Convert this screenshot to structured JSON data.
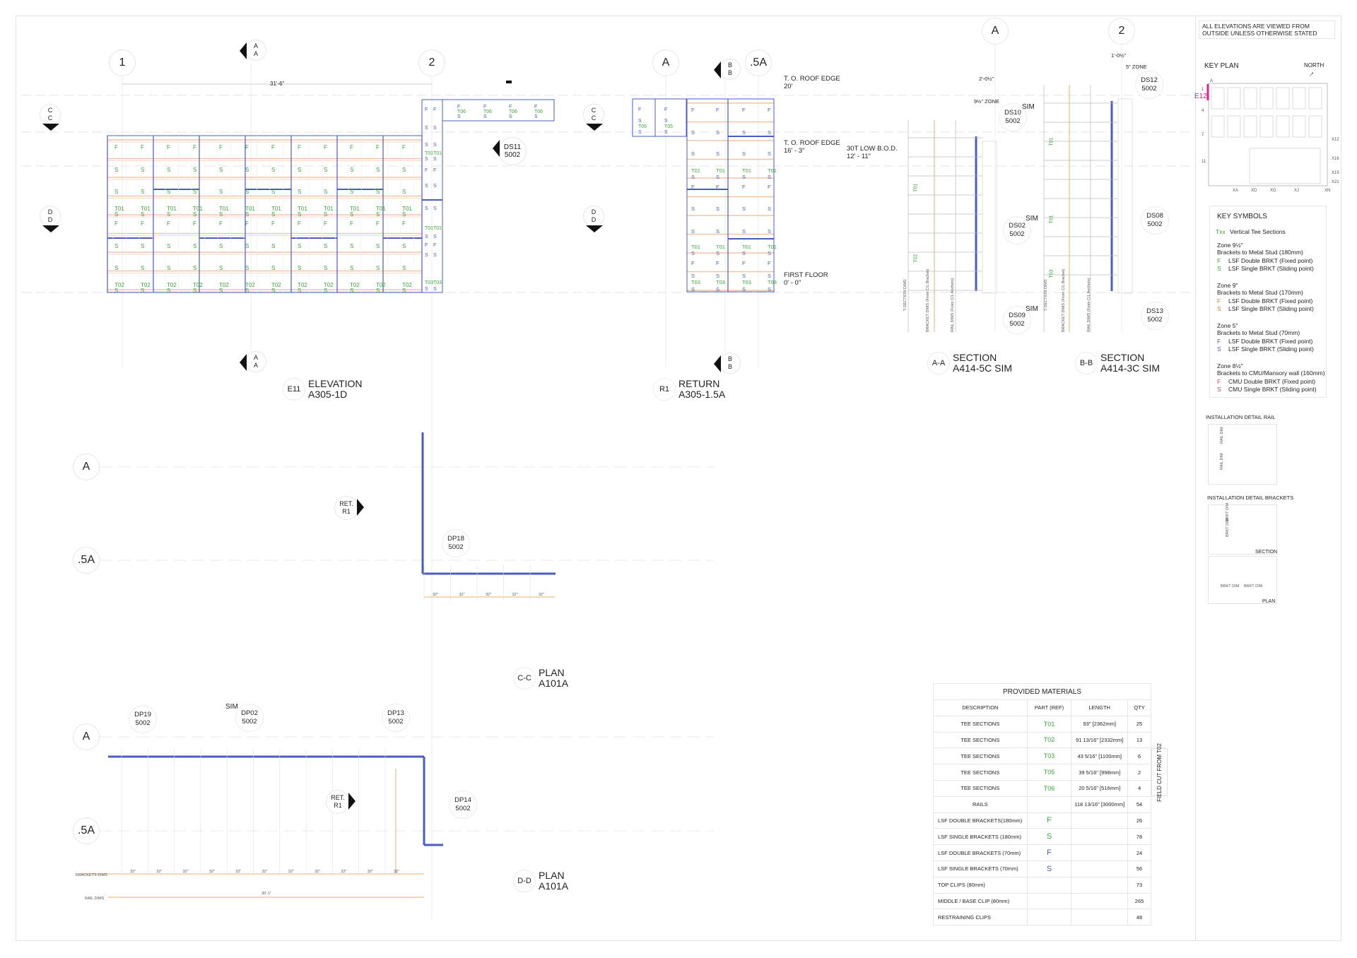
{
  "colors": {
    "blue": "#4a5cc0",
    "green": "#3aa83a",
    "orange": "#e8a070",
    "red": "#e0603a",
    "magenta": "#e0208c",
    "grid": "#e4e4e4"
  },
  "grid_bubbles": {
    "one": "1",
    "two": "2",
    "a": "A",
    "half_a": ".5A",
    "sec_a": "A",
    "sec_two": "2",
    "plan_c_a": "A",
    "plan_c_half_a": ".5A",
    "plan_d_a": "A",
    "plan_d_half_a": ".5A"
  },
  "markers": {
    "aa": [
      "A",
      "A"
    ],
    "bb": [
      "B",
      "B"
    ],
    "cc": [
      "C",
      "C"
    ],
    "dd": [
      "D",
      "D"
    ],
    "ret": [
      "RET.",
      "R1"
    ],
    "ds11": [
      "DS11",
      "5002"
    ]
  },
  "elevation": {
    "dimension": "31'-6\"",
    "rows": [
      "F",
      "S",
      "S",
      "T01",
      "S",
      "F",
      "S",
      "S",
      "T02",
      "S"
    ],
    "strip_rows": [
      "F",
      "S",
      "S",
      "T01",
      "S",
      "F",
      "S",
      "S",
      "T01",
      "S",
      "F",
      "S",
      "T03",
      "S"
    ],
    "top_strip": [
      "F",
      "T06",
      "S"
    ],
    "title_code": "E11",
    "title": "ELEVATION",
    "subtitle": "A305-1D"
  },
  "return": {
    "rows": [
      "F",
      "S",
      "S",
      "T01",
      "S",
      "F",
      "S",
      "S",
      "T01",
      "S",
      "F",
      "S",
      "T03",
      "S"
    ],
    "upper": [
      "F",
      "S",
      "T05",
      "S"
    ],
    "title_code": "R1",
    "title": "RETURN",
    "subtitle": "A305-1.5A"
  },
  "levels": [
    {
      "name": "T. O. ROOF EDGE",
      "value": "20'"
    },
    {
      "name": "T. O. ROOF EDGE",
      "value": "16' - 3\""
    },
    {
      "name": "30T LOW B.O.D.",
      "value": "12' - 11\""
    },
    {
      "name": "FIRST FLOOR",
      "value": "0' - 0\""
    }
  ],
  "sections": {
    "aa": {
      "code": "A-A",
      "title": "SECTION",
      "subtitle": "A414-5C SIM",
      "zone": "9½\" ZONE",
      "dim": "2'-0½\""
    },
    "bb": {
      "code": "B-B",
      "title": "SECTION",
      "subtitle": "A414-3C SIM",
      "zone": "5\" ZONE",
      "dim": "1'-0½\""
    },
    "dim_labels": [
      "T-SECTION DIMS",
      "BRACKET DIMS (From C/L Bracket)",
      "RAIL DIMS (From C/L Anchors)"
    ],
    "callouts": [
      [
        "DS10",
        "5002"
      ],
      [
        "DS02",
        "5002"
      ],
      [
        "DS09",
        "5002"
      ],
      [
        "DS12",
        "5002"
      ],
      [
        "DS08",
        "5002"
      ],
      [
        "DS13",
        "5002"
      ]
    ],
    "sim": "SIM",
    "tee_labels": [
      "T01",
      "T02",
      "T01",
      "T01",
      "T03"
    ]
  },
  "plan_c": {
    "code": "C-C",
    "title": "PLAN",
    "subtitle": "A101A",
    "callout": [
      "DP18",
      "5002"
    ],
    "dims": [
      "32\"",
      "32\"",
      "32\"",
      "32\"",
      "32\""
    ]
  },
  "plan_d": {
    "code": "D-D",
    "title": "PLAN",
    "subtitle": "A101A",
    "sim": "SIM",
    "callouts": [
      [
        "DP19",
        "5002"
      ],
      [
        "DP02",
        "5002"
      ],
      [
        "DP13",
        "5002"
      ],
      [
        "DP14",
        "5002"
      ]
    ],
    "bracket_dims_label": "BRACKETS DIMS",
    "rail_dims_label": "RAIL DIMS",
    "dims": [
      "32\"",
      "32\"",
      "32\"",
      "32\"",
      "32\"",
      "32\"",
      "32\"",
      "32\"",
      "32\"",
      "32\"",
      "32\""
    ],
    "rail_total": "30'-1\""
  },
  "sidebar": {
    "note": "ALL ELEVATIONS ARE VIEWED FROM OUTSIDE UNLESS OTHERWISE STATED",
    "key_plan": "KEY PLAN",
    "north": "NORTH",
    "key_plan_marker": "E12",
    "key_plan_rows": [
      "A",
      "1",
      "4",
      "7",
      "11"
    ],
    "key_plan_right": [
      "X12",
      "X16",
      "X19",
      "X21"
    ],
    "key_plan_bottom": [
      "XA",
      "XD",
      "XG",
      "XJ",
      "XN"
    ],
    "key_symbols": {
      "title": "KEY SYMBOLS",
      "txx": "Txx",
      "txx_desc": "Vertical Tee Sections",
      "zones": [
        {
          "zone": "Zone 9½\"",
          "desc": "Brackets to Metal Stud (180mm)",
          "f": "LSF Double BRKT (Fixed point)",
          "s": "LSF Single BRKT (Sliding point)",
          "color": "#3aa83a"
        },
        {
          "zone": "Zone 9\"",
          "desc": "Brackets to Metal Stud (170mm)",
          "f": "LSF Double BRKT (Fixed point)",
          "s": "LSF Single BRKT (Sliding point)",
          "color": "#e07a3a"
        },
        {
          "zone": "Zone 5\"",
          "desc": "Brackets to Metal Stud (70mm)",
          "f": "LSF Double BRKT (Fixed point)",
          "s": "LSF Single BRKT (Sliding point)",
          "color": "#4a5cc0"
        },
        {
          "zone": "Zone 8½\"",
          "desc": "Brackets to CMU/Mansory wall (160mm)",
          "f": "CMU Double BRKT (Fixed point)",
          "s": "CMU Single BRKT (Sliding point)",
          "color": "#d0407a"
        }
      ],
      "f": "F",
      "s": "S"
    },
    "detail_rail": "INSTALLATION DETAIL RAIL",
    "detail_brackets": "INSTALLATION DETAIL BRACKETS",
    "detail_section": "SECTION",
    "detail_plan": "PLAN",
    "rail_dim": "RAIL DIM",
    "brkt_dim": "BRKT DIM"
  },
  "materials": {
    "title": "PROVIDED MATERIALS",
    "headers": [
      "DESCRIPTION",
      "PART (REF)",
      "LENGTH",
      "QTY"
    ],
    "rows": [
      {
        "desc": "TEE SECTIONS",
        "part": "T01",
        "length": "93\" [2362mm]",
        "qty": "25",
        "color": "#3aa83a"
      },
      {
        "desc": "TEE SECTIONS",
        "part": "T02",
        "length": "91 13/16\" [2332mm]",
        "qty": "13",
        "color": "#3aa83a"
      },
      {
        "desc": "TEE SECTIONS",
        "part": "T03",
        "length": "43 5/16\" [1100mm]",
        "qty": "6",
        "color": "#3aa83a"
      },
      {
        "desc": "TEE SECTIONS",
        "part": "T05",
        "length": "39 5/16\" [998mm]",
        "qty": "2",
        "color": "#3aa83a"
      },
      {
        "desc": "TEE SECTIONS",
        "part": "T06",
        "length": "20 5/16\" [516mm]",
        "qty": "4",
        "color": "#3aa83a"
      },
      {
        "desc": "RAILS",
        "part": "",
        "length": "118 13/16\" [3000mm]",
        "qty": "54",
        "color": "#3aa83a"
      },
      {
        "desc": "LSF DOUBLE BRACKETS(180mm)",
        "part": "F",
        "length": "",
        "qty": "26",
        "color": "#3aa83a"
      },
      {
        "desc": "LSF SINGLE BRACKETS (180mm)",
        "part": "S",
        "length": "",
        "qty": "78",
        "color": "#3aa83a"
      },
      {
        "desc": "LSF DOUBLE BRACKETS (70mm)",
        "part": "F",
        "length": "",
        "qty": "24",
        "color": "#4a5cc0"
      },
      {
        "desc": "LSF SINGLE BRACKETS  (70mm)",
        "part": "S",
        "length": "",
        "qty": "56",
        "color": "#4a5cc0"
      },
      {
        "desc": "TOP CLIPS (80mm)",
        "part": "",
        "length": "",
        "qty": "73",
        "color": "#3aa83a"
      },
      {
        "desc": "MIDDLE / BASE CLIP (80mm)",
        "part": "",
        "length": "",
        "qty": "265",
        "color": "#3aa83a"
      },
      {
        "desc": "RESTRAINING CLIPS",
        "part": "",
        "length": "",
        "qty": "48",
        "color": "#3aa83a"
      }
    ],
    "field_cut": "FIELD CUT FROM T02"
  }
}
